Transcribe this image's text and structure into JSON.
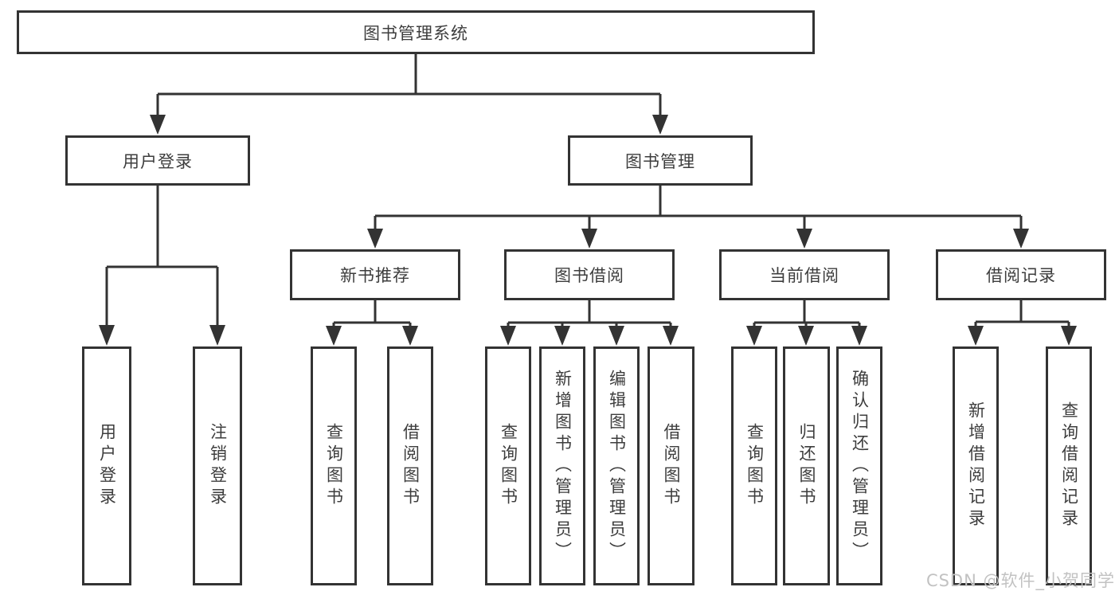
{
  "colors": {
    "line": "#333333",
    "text": "#3d3d3d",
    "background": "#ffffff",
    "watermark": "#c2c2c2"
  },
  "watermark": {
    "text": "CSDN @软件_小贺同学"
  },
  "tree": {
    "root": "图书管理系统",
    "branches": [
      {
        "label": "用户登录",
        "children": [
          "用户登录",
          "注销登录"
        ]
      },
      {
        "label": "图书管理",
        "sections": [
          {
            "label": "新书推荐",
            "children": [
              "查询图书",
              "借阅图书"
            ]
          },
          {
            "label": "图书借阅",
            "children": [
              "查询图书",
              "新增图书（管理员）",
              "编辑图书（管理员）",
              "借阅图书"
            ]
          },
          {
            "label": "当前借阅",
            "children": [
              "查询图书",
              "归还图书",
              "确认归还（管理员）"
            ]
          },
          {
            "label": "借阅记录",
            "children": [
              "新增借阅记录",
              "查询借阅记录"
            ]
          }
        ]
      }
    ]
  }
}
